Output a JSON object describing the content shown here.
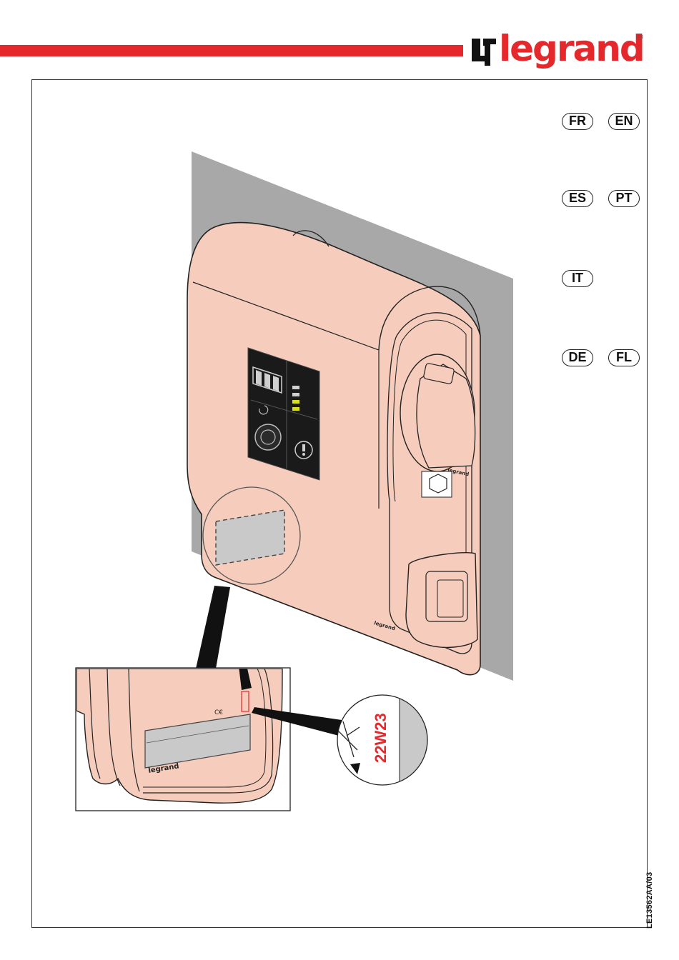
{
  "header": {
    "brand": "legrand",
    "registered_mark": "®",
    "brand_color": "#e5282c"
  },
  "languages": [
    "FR",
    "EN",
    "ES",
    "PT",
    "IT",
    "DE",
    "FL"
  ],
  "device": {
    "body_color": "#f6cdbd",
    "socket_brand": "legrand",
    "body_brand": "legrand",
    "label_brand": "legrand"
  },
  "detail": {
    "date_code": "22W23",
    "date_code_color": "#e5282c"
  },
  "document_reference": "LE13562AA/03"
}
